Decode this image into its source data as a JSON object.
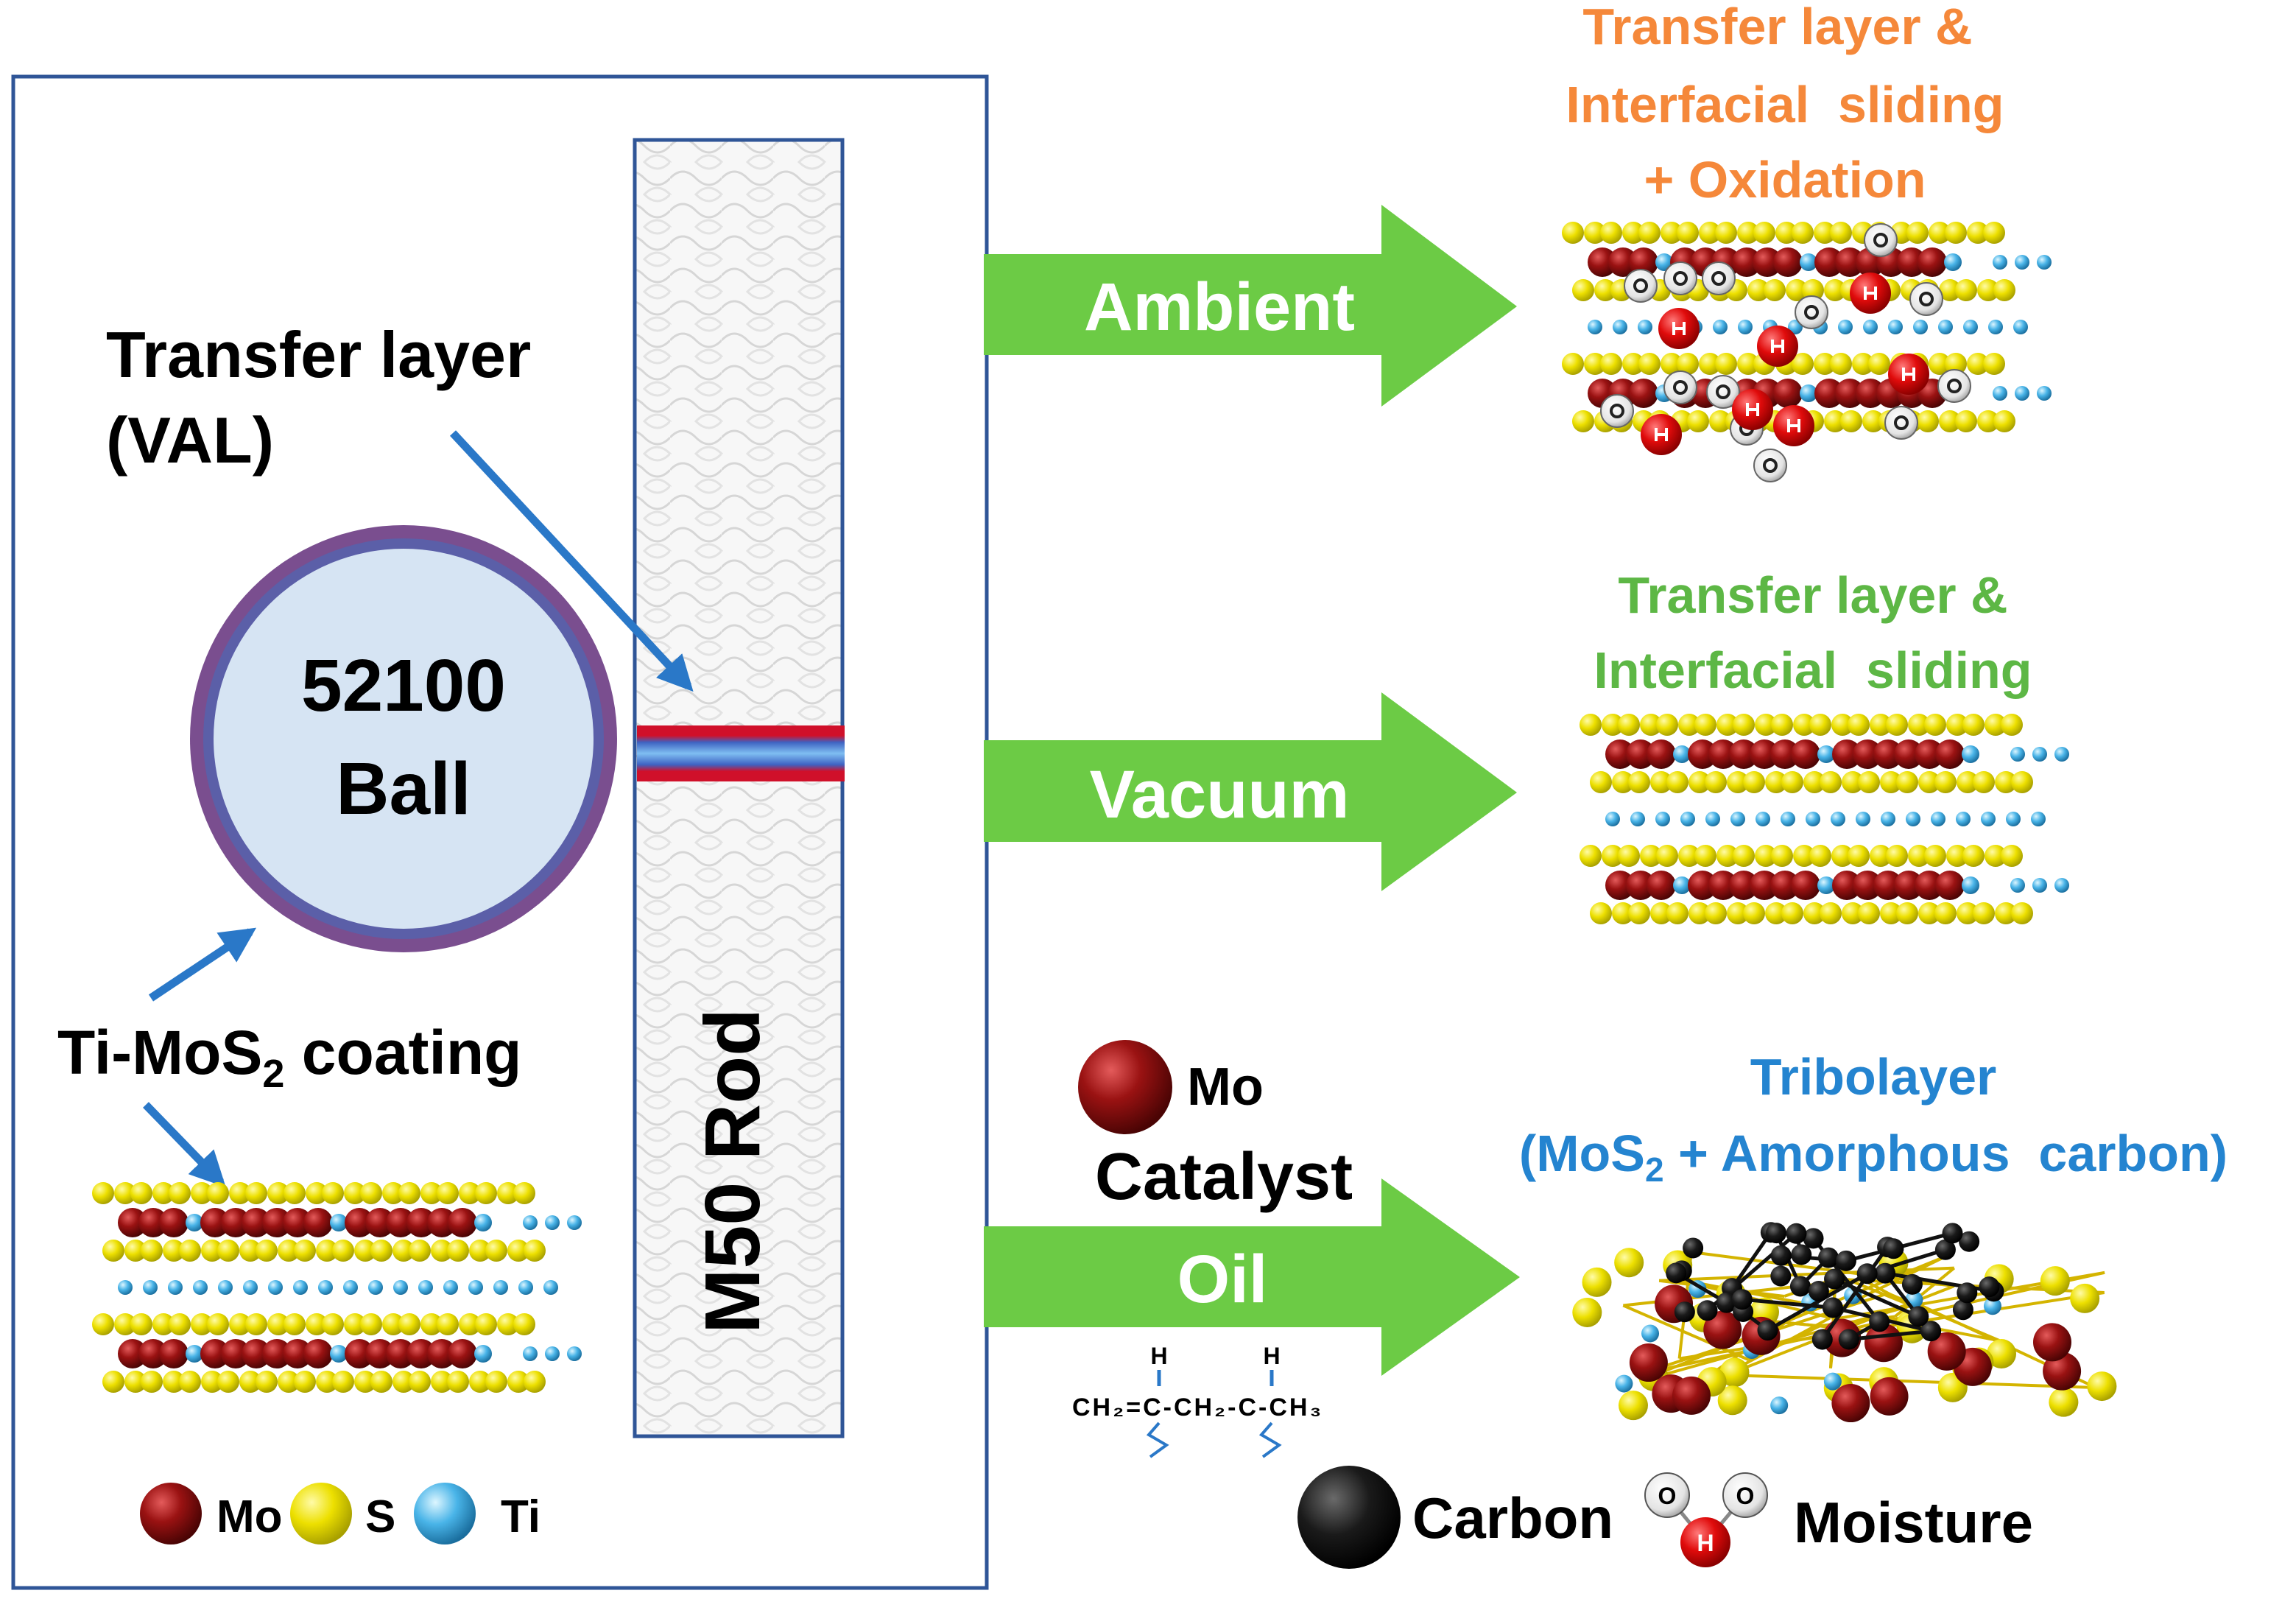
{
  "left_panel": {
    "transfer_layer_label": "Transfer layer",
    "transfer_layer_sub": "(VAL)",
    "ball_line1": "52100",
    "ball_line2": "Ball",
    "rod_label": "M50 Rod",
    "coating_prefix": "Ti-MoS",
    "coating_sub": "2",
    "coating_suffix": " coating",
    "legend": [
      "Mo",
      "S",
      "Ti"
    ]
  },
  "branches": [
    {
      "arrow_label": "Ambient",
      "result_lines": [
        "Transfer layer &",
        "Interfacial  sliding",
        "+ Oxidation"
      ],
      "result_color": "#F5883A"
    },
    {
      "arrow_label": "Vacuum",
      "result_lines": [
        "Transfer layer &",
        "Interfacial  sliding"
      ],
      "result_color": "#5DB745"
    },
    {
      "arrow_label": "Oil",
      "catalyst_label": "Catalyst",
      "catalyst_atom": "Mo",
      "result_line1": "Tribolayer",
      "result_line2_prefix": "(MoS",
      "result_line2_sub": "2",
      "result_line2_suffix": " + Amorphous  carbon)",
      "result_color": "#2484D0"
    }
  ],
  "oil_formula": {
    "top_left_h": "H",
    "top_right_h": "H",
    "chain": "CH₂=C-CH₂-C-CH₃"
  },
  "bottom_legend": {
    "carbon_label": "Carbon",
    "moisture_label": "Moisture",
    "o_label": "O",
    "h_label": "H"
  },
  "colors": {
    "mo": "#8B0C0C",
    "s": "#F2E600",
    "ti": "#5BC0EB",
    "carbon": "#111111",
    "arrow_green": "#6CCB45",
    "frame_blue": "#2F5597",
    "ball_fill": "#D6E4F3",
    "ball_ring": "#7A4E8F",
    "pointer_blue": "#2A78C8"
  }
}
